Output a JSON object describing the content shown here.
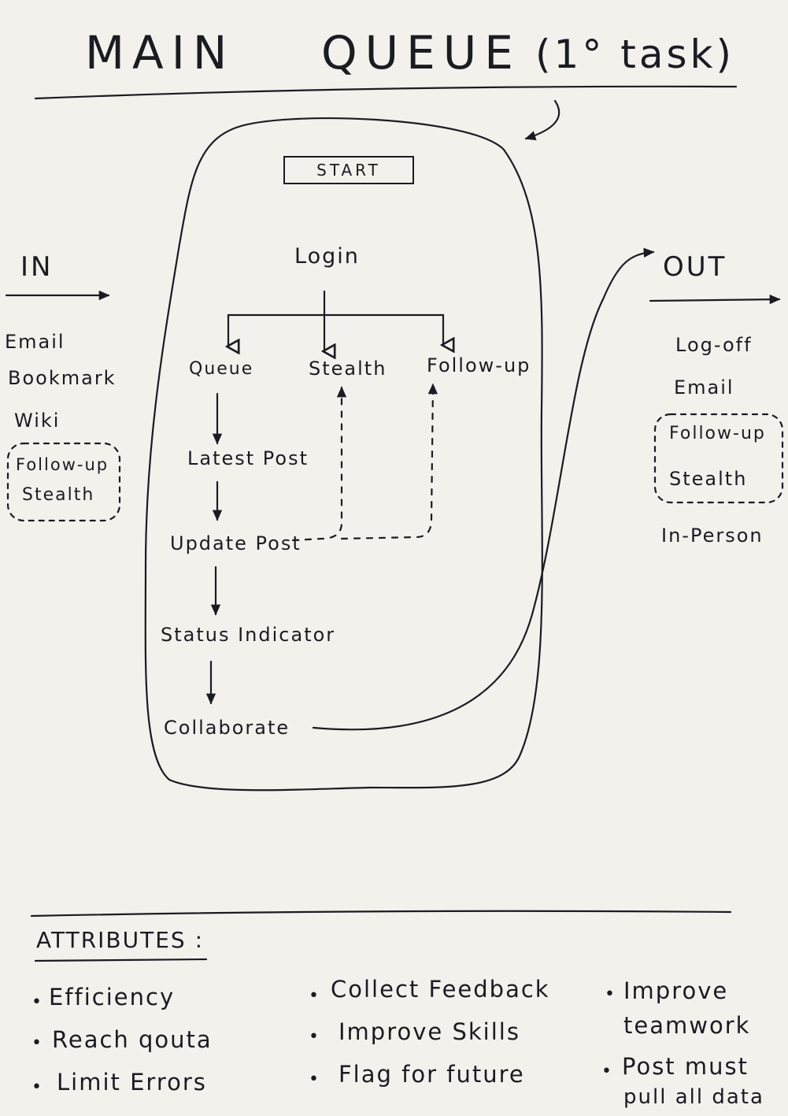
{
  "title": {
    "main": "MAIN",
    "queue": "QUEUE",
    "paren": "(1° task)"
  },
  "start_label": "START",
  "flow": {
    "login": "Login",
    "queue": "Queue",
    "stealth": "Stealth",
    "follow_up": "Follow-up",
    "latest_post": "Latest Post",
    "update_post": "Update Post",
    "status_indicator": "Status Indicator",
    "collaborate": "Collaborate"
  },
  "in": {
    "heading": "IN",
    "items": [
      "Email",
      "Bookmark",
      "Wiki"
    ],
    "grouped": [
      "Follow-up",
      "Stealth"
    ]
  },
  "out": {
    "heading": "OUT",
    "items": [
      "Log-off",
      "Email"
    ],
    "grouped": [
      "Follow-up",
      "Stealth"
    ],
    "after": [
      "In-Person"
    ]
  },
  "attributes": {
    "heading": "ATTRIBUTES :",
    "col1": [
      "Efficiency",
      "Reach qouta",
      "Limit Errors"
    ],
    "col2": [
      "Collect Feedback",
      "Improve Skills",
      "Flag for future"
    ],
    "col3_item1": [
      "Improve",
      "teamwork"
    ],
    "col3_item2": [
      "Post must",
      "pull all data"
    ]
  }
}
